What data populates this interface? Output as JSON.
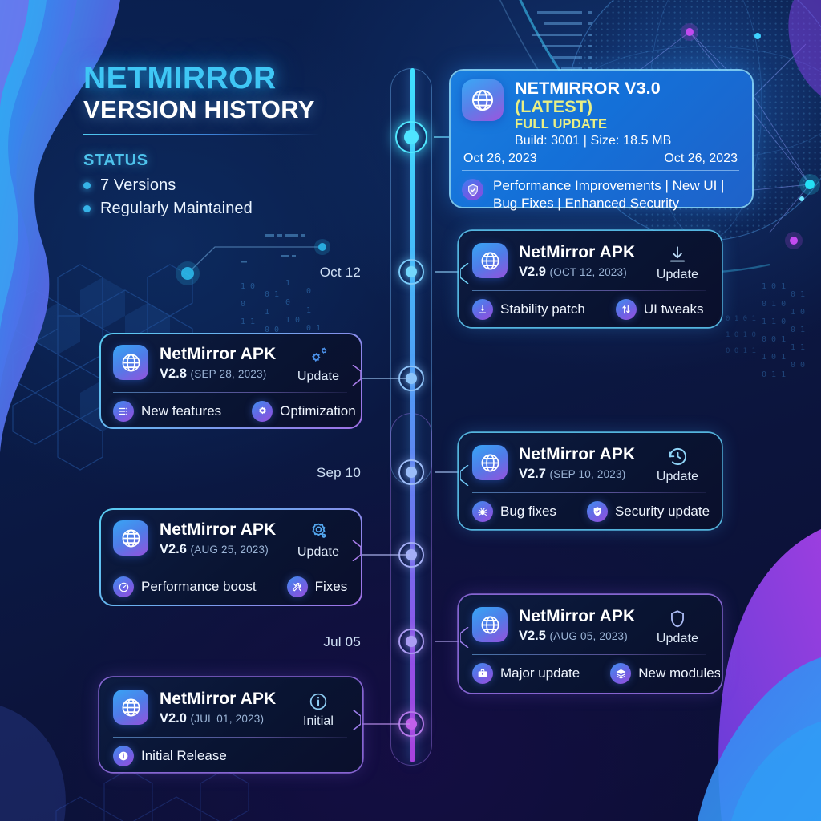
{
  "header": {
    "brand": "NETMIRROR",
    "subtitle": "VERSION HISTORY",
    "status_title": "STATUS",
    "status_items": [
      {
        "label": "7 Versions"
      },
      {
        "label": "Regularly Maintained"
      }
    ]
  },
  "featured": {
    "title_main": "NETMIRROR V3.0",
    "title_badge": "(LATEST)",
    "subtitle": "FULL UPDATE",
    "build_line": "Build: 3001 | Size: 18.5 MB",
    "date_left": "Oct 26, 2023",
    "date_right": "Oct 26, 2023",
    "features": "Performance Improvements | New UI | Bug Fixes | Enhanced Security",
    "app_icon": "globe-icon",
    "check_icon": "shield-check-icon",
    "accent_color": "#e9ef84",
    "card_color": "#1b7fe0"
  },
  "timeline": {
    "date_labels": [
      {
        "text": "Oct 12"
      },
      {
        "text": "Sep 10"
      },
      {
        "text": "Jul 05"
      }
    ],
    "rail_top_color": "#3fe0ff",
    "rail_bottom_color": "#a742df"
  },
  "releases": [
    {
      "title": "NetMirror APK",
      "version": "V2.9",
      "date": "(OCT 12, 2023)",
      "action_label": "Update",
      "action_icon": "download-icon",
      "app_icon": "globe-icon",
      "side": "right",
      "accent": "cyan",
      "tags": [
        {
          "label": "Stability patch",
          "icon": "download-box-icon"
        },
        {
          "label": "UI tweaks",
          "icon": "swap-arrows-icon"
        }
      ]
    },
    {
      "title": "NetMirror APK",
      "version": "V2.8",
      "date": "(SEP 28, 2023)",
      "action_label": "Update",
      "action_icon": "gears-icon",
      "app_icon": "globe-icon",
      "side": "left",
      "accent": "mixed",
      "tags": [
        {
          "label": "New features",
          "icon": "list-settings-icon"
        },
        {
          "label": "Optimization",
          "icon": "gear-spark-icon"
        }
      ]
    },
    {
      "title": "NetMirror APK",
      "version": "V2.7",
      "date": "(SEP 10, 2023)",
      "action_label": "Update",
      "action_icon": "history-clock-icon",
      "app_icon": "globe-icon",
      "side": "right",
      "accent": "cyan",
      "tags": [
        {
          "label": "Bug fixes",
          "icon": "bug-icon"
        },
        {
          "label": "Security update",
          "icon": "shield-check-icon"
        }
      ]
    },
    {
      "title": "NetMirror APK",
      "version": "V2.6",
      "date": "(AUG 25, 2023)",
      "action_label": "Update",
      "action_icon": "gear-icon",
      "app_icon": "globe-icon",
      "side": "left",
      "accent": "mixed",
      "tags": [
        {
          "label": "Performance boost",
          "icon": "speedometer-icon"
        },
        {
          "label": "Fixes",
          "icon": "tools-icon"
        }
      ]
    },
    {
      "title": "NetMirror APK",
      "version": "V2.5",
      "date": "(AUG 05, 2023)",
      "action_label": "Update",
      "action_icon": "shield-icon",
      "app_icon": "globe-icon",
      "side": "right",
      "accent": "violet",
      "tags": [
        {
          "label": "Major update",
          "icon": "briefcase-icon"
        },
        {
          "label": "New modules",
          "icon": "layers-icon"
        }
      ]
    },
    {
      "title": "NetMirror APK",
      "version": "V2.0",
      "date": "(JUL 01, 2023)",
      "action_label": "Initial",
      "action_icon": "info-circle-icon",
      "app_icon": "globe-icon",
      "side": "left",
      "accent": "violet",
      "tags": [
        {
          "label": "Initial Release",
          "icon": "info-circle-icon"
        }
      ]
    }
  ]
}
